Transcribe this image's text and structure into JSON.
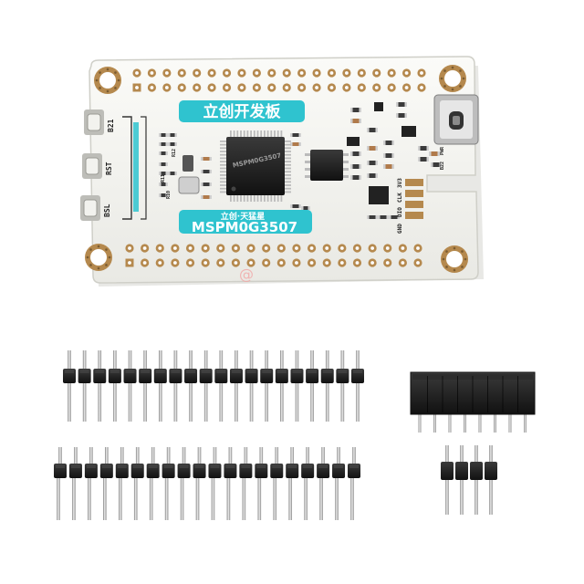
{
  "board": {
    "title_label": "立创开发板",
    "subtitle_label": "立创·天猛星",
    "model_label": "MSPM0G3507",
    "button_labels": [
      "B21",
      "RST",
      "BSL"
    ],
    "debug_pin_labels": [
      "GND",
      "DIO",
      "CLK",
      "3V3"
    ],
    "small_silk_labels": [
      "R10",
      "R11",
      "R12",
      "B22",
      "PWR"
    ],
    "mcu_marking": "MSPM0G3507",
    "colors": {
      "pcb": "#f4f4f0",
      "accent_label": "#2fc3cf",
      "gold_pad": "#b5894e",
      "chip": "#222222"
    }
  },
  "headers": {
    "long_header_pins": 20,
    "female_header_pins": 8,
    "short_male_header_pins": 4
  },
  "watermark": "@"
}
